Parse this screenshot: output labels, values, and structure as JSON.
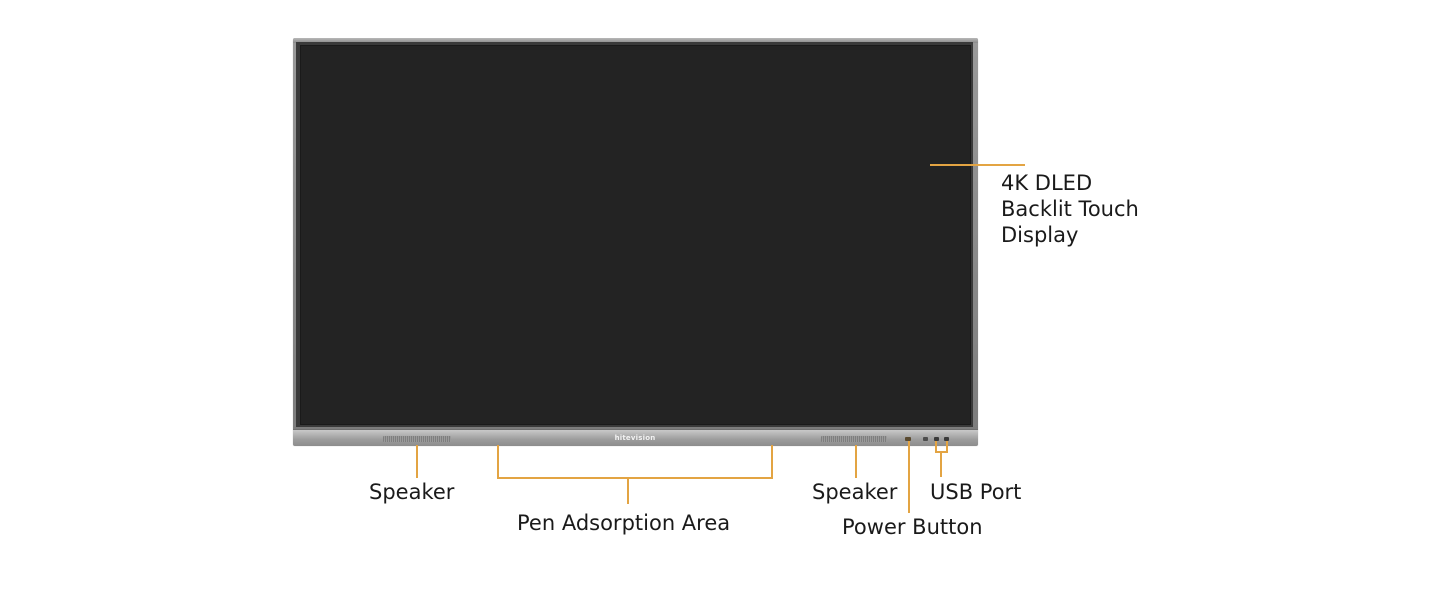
{
  "brand_logo_text": "hitevision",
  "colors": {
    "leader_line": "#e3a443",
    "screen": "#232323",
    "frame": "#8a8a8a"
  },
  "callouts": {
    "display": "4K DLED\nBacklit Touch\nDisplay",
    "speaker_left": "Speaker",
    "pen_area": "Pen Adsorption Area",
    "speaker_right": "Speaker",
    "usb_port": "USB Port",
    "power_button": "Power Button"
  }
}
